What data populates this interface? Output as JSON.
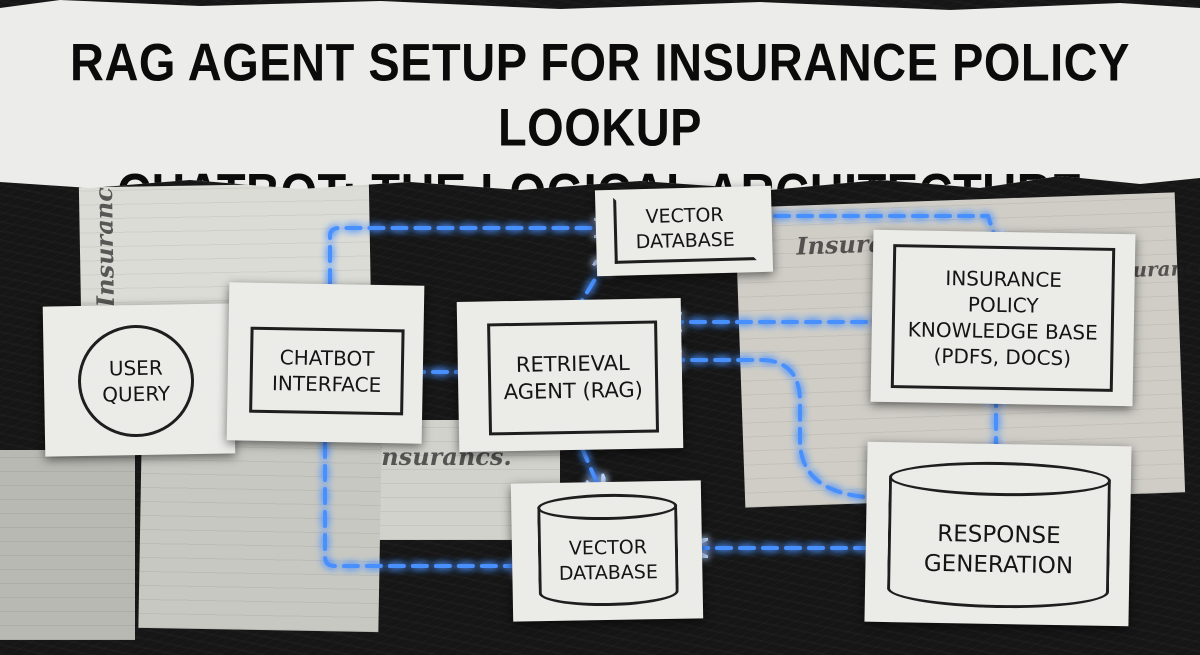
{
  "title": {
    "line1": "RAG AGENT SETUP FOR INSURANCE POLICY LOOKUP",
    "line2": "CHATBOT: THE LOGICAL ARCHITECTURE"
  },
  "background_text": {
    "insurance_1": "Insurance",
    "insurance_2": "Insuranc",
    "insurance_3": "Insurance",
    "insurance_4": "Insurancs."
  },
  "nodes": {
    "user_query": "USER QUERY",
    "chatbot_interface": "CHATBOT INTERFACE",
    "vector_database_top": "VECTOR DATABASE",
    "retrieval_agent": "RETRIEVAL AGENT (RAG)",
    "knowledge_base": "INSURANCE POLICY KNOWLEDGE BASE (PDFs, DOCs)",
    "vector_database_bottom": "VECTOR DATABASE",
    "response_generation": "RESPONSE GENERATION"
  },
  "colors": {
    "arrow_glow": "#2f7dff",
    "arrow_core": "#cfe2ff",
    "paper": "#ebebe8",
    "ink": "#151515"
  }
}
